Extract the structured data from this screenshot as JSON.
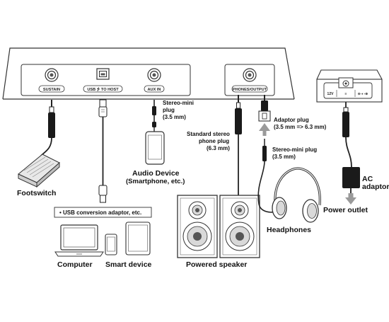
{
  "panel": {
    "ports": {
      "sustain": "SUSTAIN",
      "usb_to_host": "USB ⭍ TO HOST",
      "aux_in": "AUX IN",
      "phones_output": "PHONES/OUTPUT"
    }
  },
  "adaptor_jack": {
    "voltage": "12V",
    "polarity": "⊖-◐-⊕"
  },
  "plugs": {
    "stereo_mini_top": [
      "Stereo-mini",
      "plug",
      "(3.5 mm)"
    ],
    "standard_stereo": [
      "Standard stereo",
      "phone plug",
      "(6.3 mm)"
    ],
    "adaptor_plug": [
      "Adaptor plug",
      "(3.5 mm => 6.3 mm)"
    ],
    "stereo_mini_bottom": [
      "Stereo-mini plug",
      "(3.5 mm)"
    ]
  },
  "devices": {
    "audio_device": [
      "Audio Device",
      "(Smartphone, etc.)"
    ],
    "footswitch": "Footswitch",
    "usb_conversion_note": "• USB conversion adaptor, etc.",
    "computer": "Computer",
    "smart_device": "Smart device",
    "powered_speaker": "Powered speaker",
    "headphones": "Headphones",
    "ac_adaptor": [
      "AC",
      "adaptor"
    ],
    "power_outlet": "Power outlet"
  }
}
